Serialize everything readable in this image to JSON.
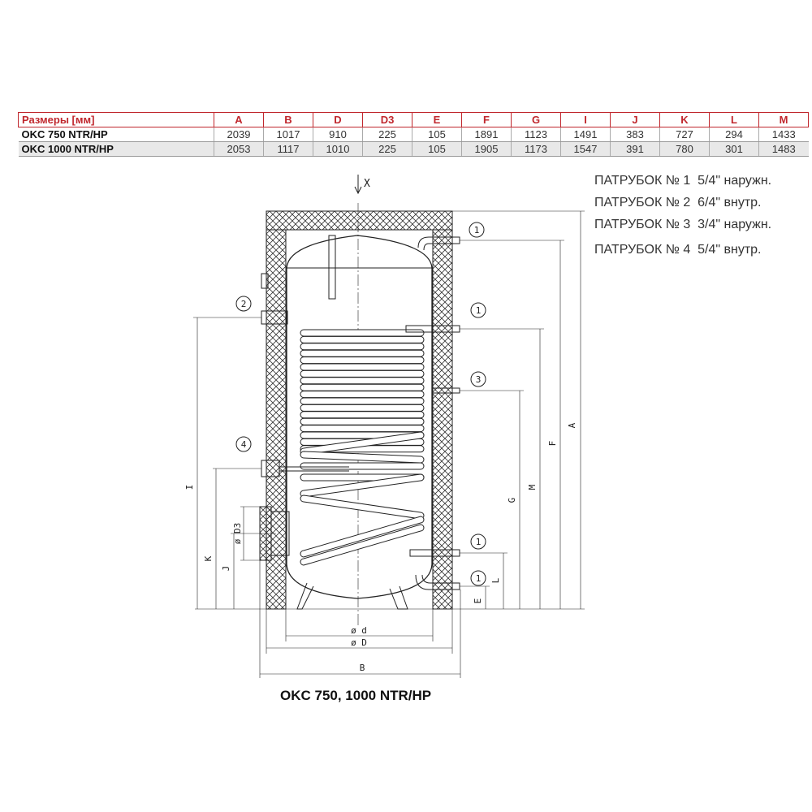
{
  "table": {
    "headers": [
      "Размеры [мм]",
      "A",
      "B",
      "D",
      "D3",
      "E",
      "F",
      "G",
      "I",
      "J",
      "K",
      "L",
      "M"
    ],
    "rows": [
      [
        "OKC 750 NTR/HP",
        "2039",
        "1017",
        "910",
        "225",
        "105",
        "1891",
        "1123",
        "1491",
        "383",
        "727",
        "294",
        "1433"
      ],
      [
        "OKC 1000 NTR/HP",
        "2053",
        "1117",
        "1010",
        "225",
        "105",
        "1905",
        "1173",
        "1547",
        "391",
        "780",
        "301",
        "1483"
      ]
    ]
  },
  "legend": [
    "ПАТРУБОК № 1  5/4\" наружн.",
    "ПАТРУБОК № 2  6/4\" внутр.",
    "ПАТРУБОК № 3  3/4\" наружн.",
    "ПАТРУБОК № 4  5/4\" внутр."
  ],
  "diagram": {
    "axis_label": "X",
    "callouts": [
      "1",
      "1",
      "3",
      "1",
      "1",
      "2",
      "4"
    ],
    "dims": {
      "A": "A",
      "F": "F",
      "M": "M",
      "G": "G",
      "L": "L",
      "E": "E",
      "I": "I",
      "K": "K",
      "J": "J",
      "D3": "ø D3",
      "d": "ø d",
      "D": "ø D",
      "B": "B"
    },
    "caption": "OKC 750, 1000 NTR/HP"
  }
}
